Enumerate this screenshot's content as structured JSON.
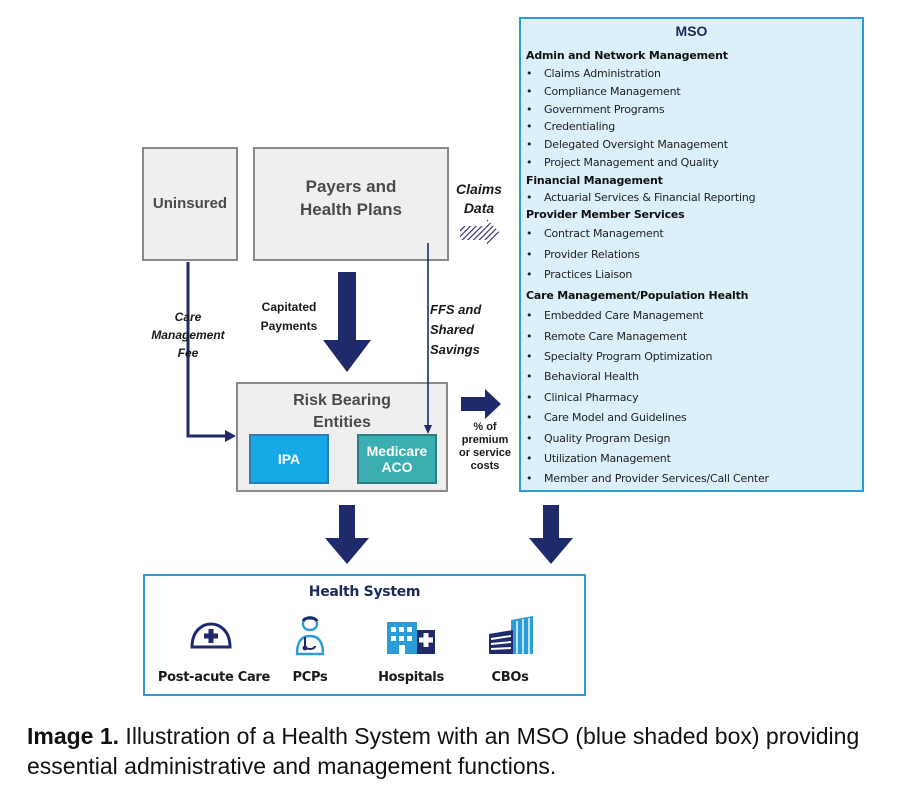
{
  "boxes": {
    "uninsured": "Uninsured",
    "payers_line1": "Payers and",
    "payers_line2": "Health Plans",
    "risk_line1": "Risk Bearing",
    "risk_line2": "Entities",
    "ipa": "IPA",
    "aco_line1": "Medicare",
    "aco_line2": "ACO"
  },
  "labels": {
    "claims_line1": "Claims",
    "claims_line2": "Data",
    "care_line1": "Care",
    "care_line2": "Management",
    "care_line3": "Fee",
    "capitated_line1": "Capitated",
    "capitated_line2": "Payments",
    "ffs_line1": "FFS and",
    "ffs_line2": "Shared",
    "ffs_line3": "Savings",
    "premium_line1": "% of",
    "premium_line2": "premium",
    "premium_line3": "or service",
    "premium_line4": "costs"
  },
  "mso": {
    "title": "MSO",
    "sections": [
      {
        "heading": "Admin and Network Management",
        "items": [
          "Claims Administration",
          "Compliance Management",
          "Government Programs",
          "Credentialing",
          "Delegated Oversight Management",
          "Project Management and Quality"
        ]
      },
      {
        "heading": "Financial Management",
        "items": [
          "Actuarial Services & Financial Reporting"
        ]
      },
      {
        "heading": "Provider Member Services",
        "items": [
          "Contract Management",
          "Provider Relations",
          "Practices Liaison"
        ]
      },
      {
        "heading": "Care Management/Population Health",
        "items": [
          "Embedded Care Management",
          "Remote Care Management",
          "Specialty Program Optimization",
          "Behavioral Health",
          "Clinical Pharmacy",
          "Care Model and Guidelines",
          "Quality Program Design",
          "Utilization Management",
          "Member and Provider Services/Call Center"
        ]
      }
    ]
  },
  "health_system": {
    "title": "Health System",
    "items": [
      {
        "label": "Post-acute Care",
        "icon": "nurse-cap-icon"
      },
      {
        "label": "PCPs",
        "icon": "doctor-icon"
      },
      {
        "label": "Hospitals",
        "icon": "hospital-icon"
      },
      {
        "label": "CBOs",
        "icon": "buildings-icon"
      }
    ]
  },
  "caption": {
    "bold": "Image 1.",
    "text": " Illustration of a Health System with an MSO (blue shaded box) providing essential administrative and management functions."
  },
  "colors": {
    "navy": "#1f2a6b",
    "mso_fill": "#dcf0fb",
    "mso_border": "#2c9cd8",
    "ipa_fill": "#17a9e6",
    "aco_fill": "#3aaeb0"
  }
}
